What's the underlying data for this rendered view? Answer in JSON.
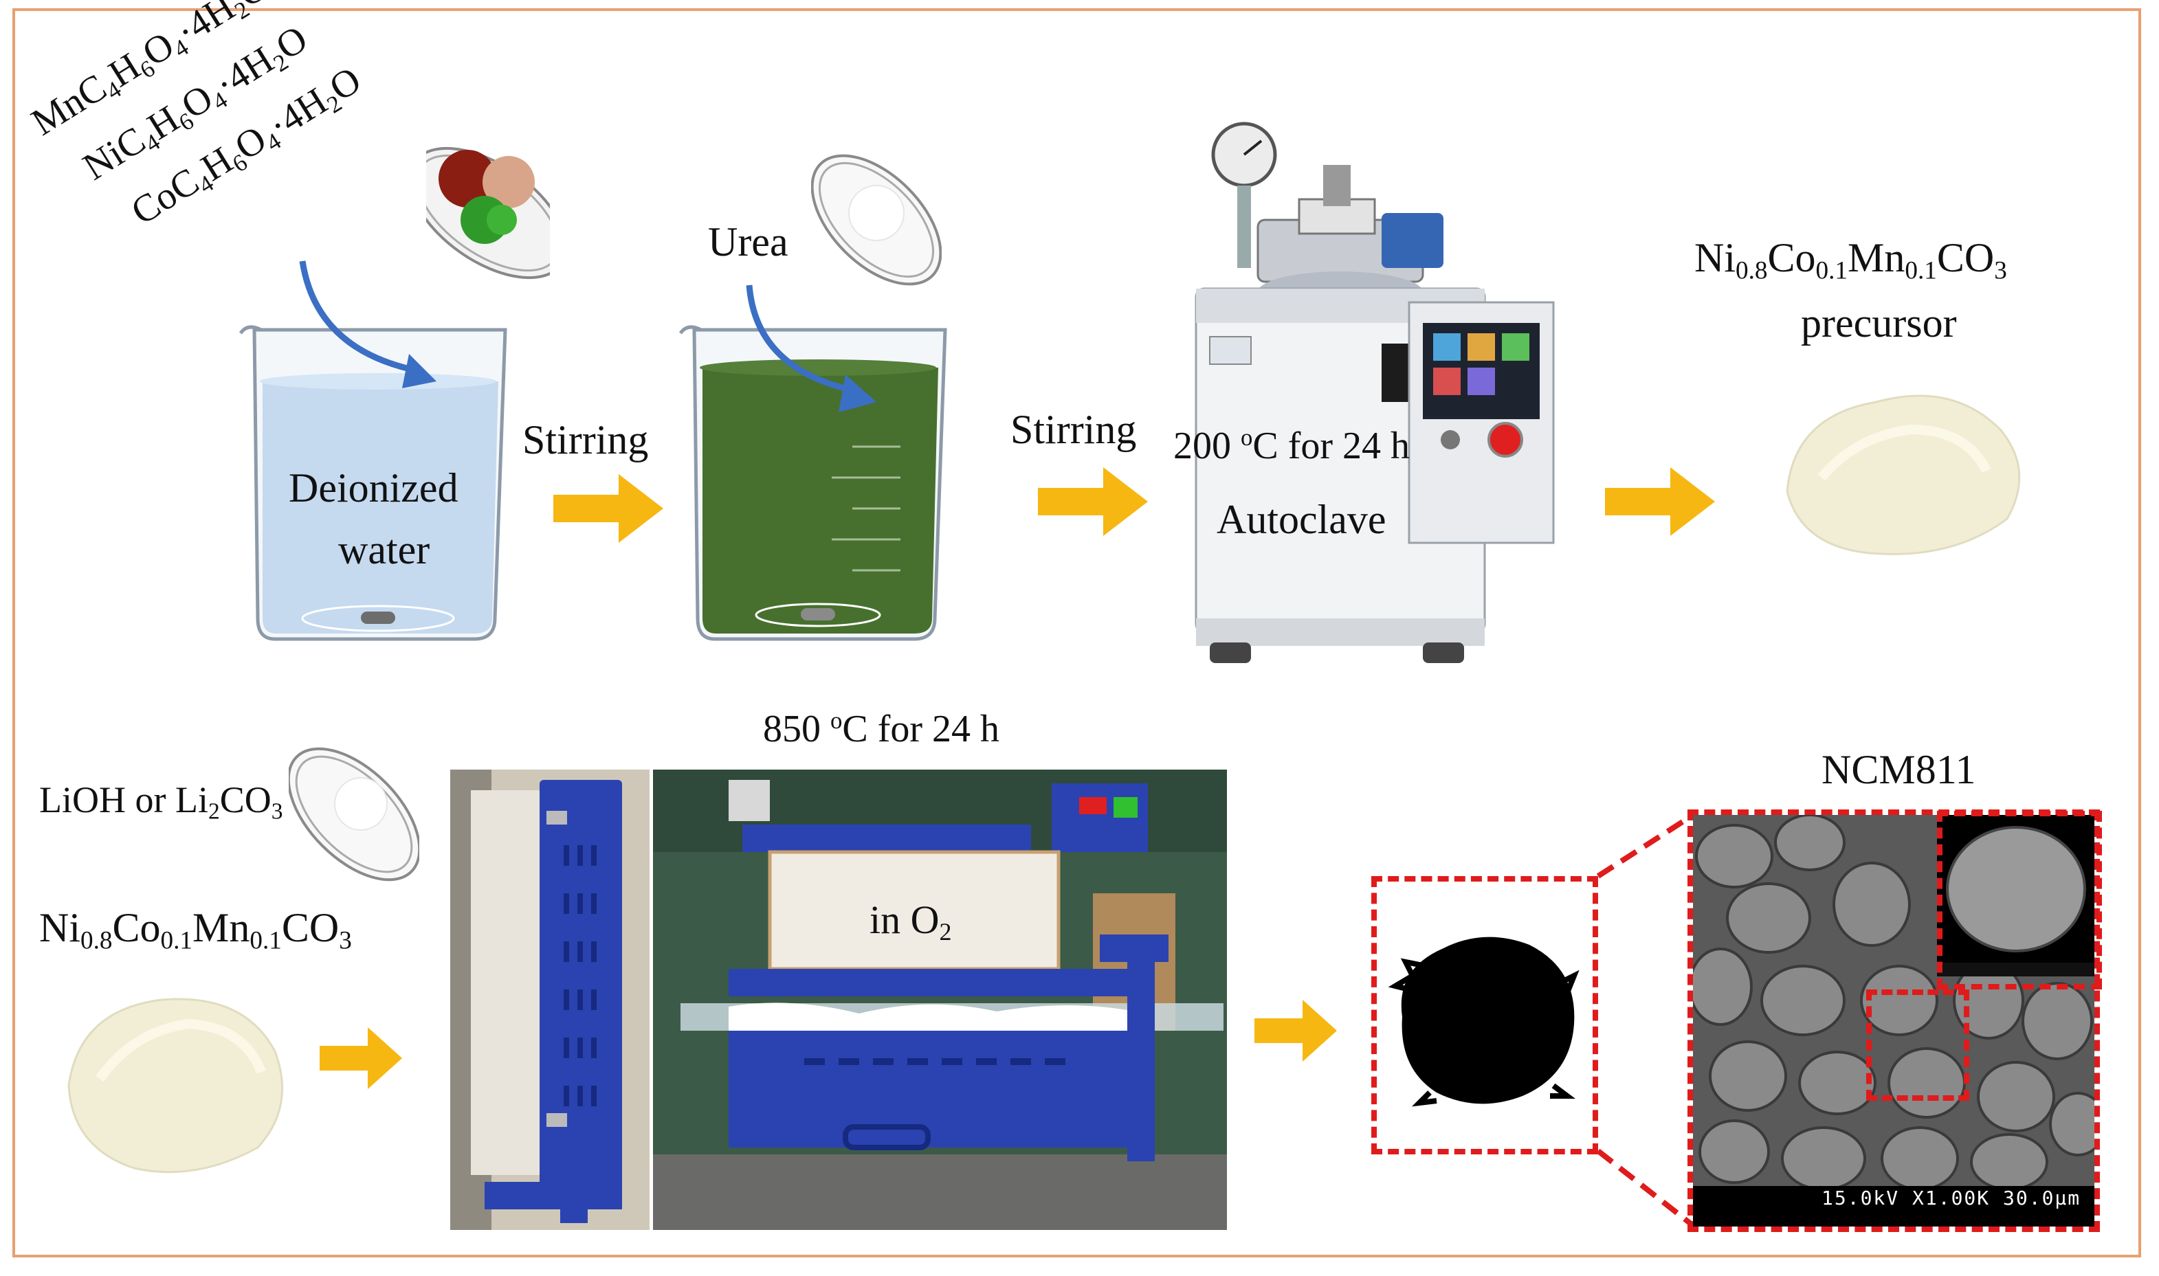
{
  "reagents": {
    "mn": {
      "pre": "MnC",
      "s1": "4",
      "m1": "H",
      "s2": "6",
      "m2": "O",
      "s3": "4",
      "m3": "·4H",
      "s4": "2",
      "m4": "O"
    },
    "ni": {
      "pre": "NiC",
      "s1": "4",
      "m1": "H",
      "s2": "6",
      "m2": "O",
      "s3": "4",
      "m3": "·4H",
      "s4": "2",
      "m4": "O"
    },
    "co": {
      "pre": "CoC",
      "s1": "4",
      "m1": "H",
      "s2": "6",
      "m2": "O",
      "s3": "4",
      "m3": "·4H",
      "s4": "2",
      "m4": "O"
    }
  },
  "beaker1": {
    "line1": "Deionized",
    "line2": "water"
  },
  "stir1": "Stirring",
  "urea": "Urea",
  "stir2": "Stirring",
  "autoclave": {
    "temp_num": "200 ",
    "temp_sup": "o",
    "temp_rest": "C for 24 h",
    "label": "Autoclave"
  },
  "precursor_top": {
    "p1": "Ni",
    "s1": "0.8",
    "p2": "Co",
    "s2": "0.1",
    "p3": "Mn",
    "s3": "0.1",
    "p4": "CO",
    "s4": "3",
    "line2": "precursor"
  },
  "lithium": {
    "p1": "LiOH  or Li",
    "s1": "2",
    "p2": "CO",
    "s2": "3"
  },
  "precursor_bottom": {
    "p1": "Ni",
    "s1": "0.8",
    "p2": "Co",
    "s2": "0.1",
    "p3": "Mn",
    "s3": "0.1",
    "p4": "CO",
    "s4": "3"
  },
  "furnace": {
    "temp_num": "850 ",
    "temp_sup": "o",
    "temp_rest": "C for  24 h",
    "atm_pre": "in O",
    "atm_sub": "2"
  },
  "product": "NCM811",
  "sem_scale": "15.0kV  X1.00K  30.0µm",
  "colors": {
    "arrow": "#f7b712",
    "frame": "#e8a070",
    "highlight": "#e01b1b",
    "water": "#bcd4ec",
    "solution": "#47702e",
    "flow_arrow": "#3a6fc4"
  }
}
